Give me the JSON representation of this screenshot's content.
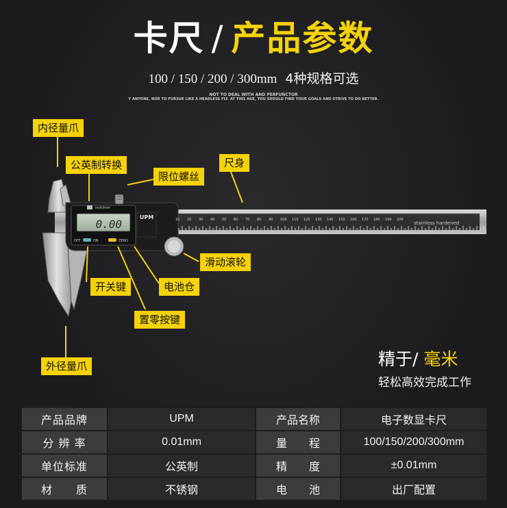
{
  "header": {
    "title_main": "卡尺",
    "title_sep": "/",
    "title_accent": "产品参数",
    "specs": "100 / 150 / 200 / 300mm",
    "specs_note": "4种规格可选",
    "motto_line1": "NOT TO DEAL WITH AND PERFUNCTOR",
    "motto_line2": "Y ANYONE, NOR TO PURSUE LIKE A HEADLESS FLY. AT THIS AGE, YOU SHOULD FIND YOUR GOALS AND STRIVE TO DO BETTER."
  },
  "callouts": {
    "inner_jaw": "内径量爪",
    "unit_switch": "公英制转换",
    "limit_screw": "限位螺丝",
    "ruler_body": "尺身",
    "thumb_roller": "滑动滚轮",
    "battery": "电池仓",
    "power_key": "开关键",
    "zero_key": "置零按键",
    "outer_jaw": "外径量爪"
  },
  "device": {
    "display_value": "0.00",
    "brand": "UPM",
    "unit_label": "inch/mm",
    "off_label": "OFF",
    "on_label": "ON",
    "zero_label": "ZERO",
    "ruler_text": "stainless hardened",
    "scale_numbers": [
      "10",
      "20",
      "30",
      "40",
      "50",
      "60",
      "70",
      "80",
      "90",
      "100",
      "110",
      "120",
      "130",
      "140",
      "150",
      "160",
      "170",
      "180",
      "190",
      "200"
    ]
  },
  "slogan": {
    "line1_a": "精于",
    "line1_b": "/ ",
    "line1_c": "毫米",
    "line2": "轻松高效完成工作"
  },
  "table": [
    {
      "k1": "产品品牌",
      "v1": "UPM",
      "k2": "产品名称",
      "v2": "电子数显卡尺"
    },
    {
      "k1": "分 辨 率",
      "v1": "0.01mm",
      "k2": "量　　程",
      "v2": "100/150/200/300mm"
    },
    {
      "k1": "单位标准",
      "v1": "公英制",
      "k2": "精　　度",
      "v2": "±0.01mm"
    },
    {
      "k1": "材　　质",
      "v1": "不锈钢",
      "k2": "电　　池",
      "v2": "出厂配置"
    }
  ],
  "colors": {
    "accent": "#f5d20a",
    "background": "#1d1d1f"
  }
}
